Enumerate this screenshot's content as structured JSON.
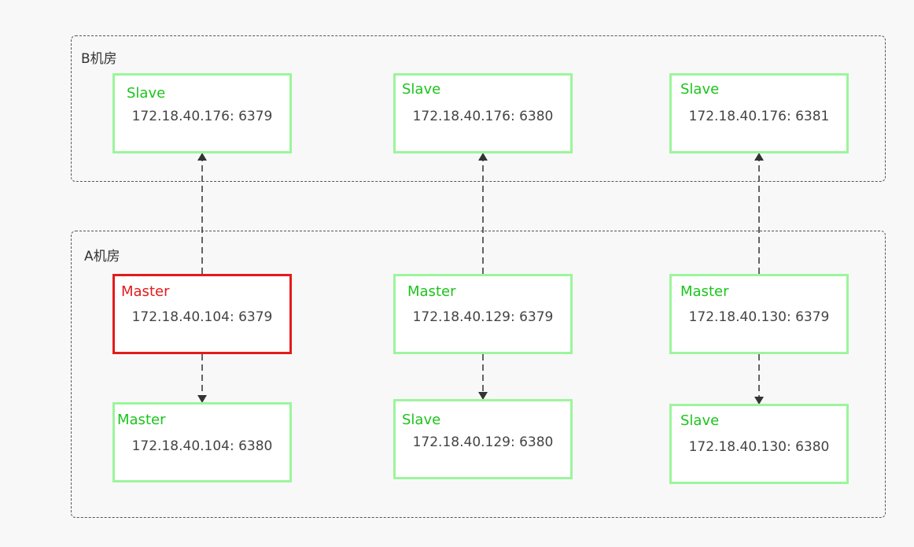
{
  "groups": {
    "b": {
      "label": "B机房"
    },
    "a": {
      "label": "A机房"
    }
  },
  "nodes": {
    "b1": {
      "role": "Slave",
      "addr": "172.18.40.176: 6379"
    },
    "b2": {
      "role": "Slave",
      "addr": "172.18.40.176: 6380"
    },
    "b3": {
      "role": "Slave",
      "addr": "172.18.40.176: 6381"
    },
    "a1": {
      "role": "Master",
      "addr": "172.18.40.104: 6379"
    },
    "a2": {
      "role": "Master",
      "addr": "172.18.40.129: 6379"
    },
    "a3": {
      "role": "Master",
      "addr": "172.18.40.130: 6379"
    },
    "a4": {
      "role": "Master",
      "addr": "172.18.40.104: 6380"
    },
    "a5": {
      "role": "Slave",
      "addr": "172.18.40.129: 6380"
    },
    "a6": {
      "role": "Slave",
      "addr": "172.18.40.130: 6380"
    }
  },
  "links": [
    {
      "from": "a1",
      "to": "b1"
    },
    {
      "from": "a2",
      "to": "b2"
    },
    {
      "from": "a3",
      "to": "b3"
    },
    {
      "from": "a1",
      "to": "a4"
    },
    {
      "from": "a2",
      "to": "a5"
    },
    {
      "from": "a3",
      "to": "a6"
    }
  ],
  "colors": {
    "normal_border": "#9cf59c",
    "normal_role": "#1bc41b",
    "highlight": "#e31b1b",
    "group_border": "#555555",
    "link": "#333333"
  }
}
